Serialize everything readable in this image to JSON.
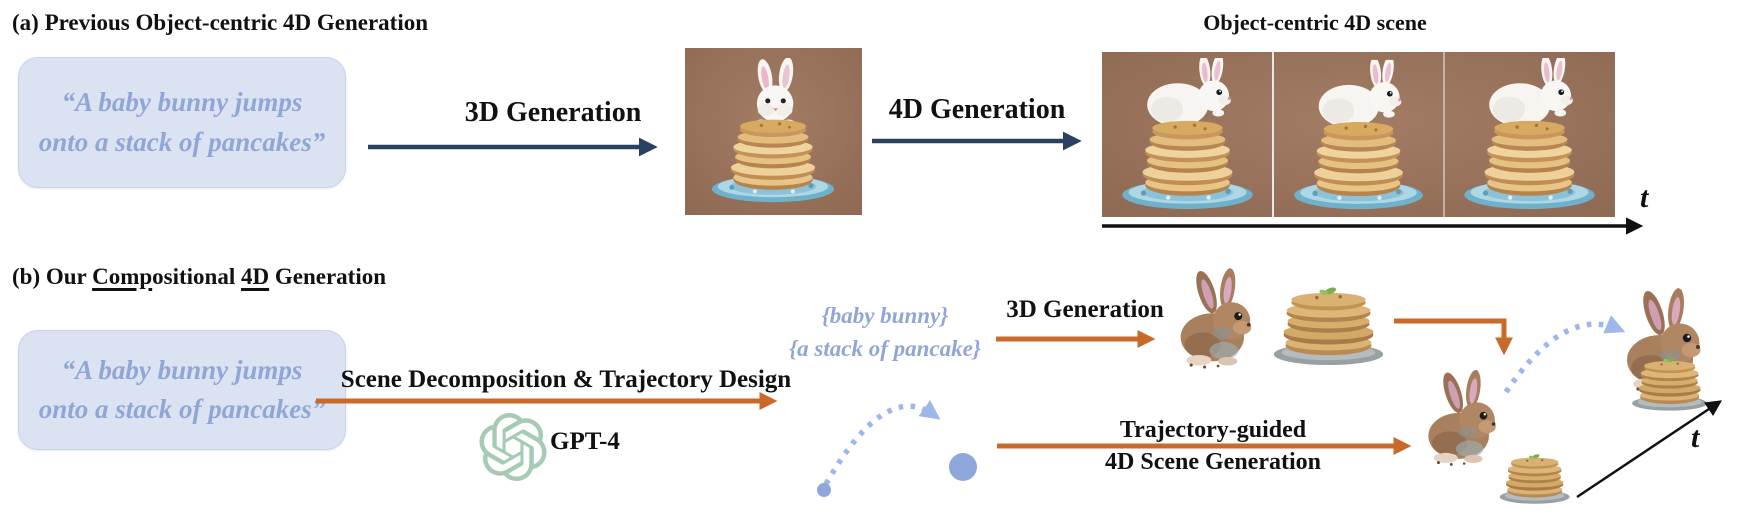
{
  "figure": {
    "panel_a": {
      "label": "(a) Previous Object-centric 4D Generation",
      "prompt": {
        "line1": "“A baby bunny jumps",
        "line2": "onto a stack of pancakes”"
      },
      "step1_label": "3D Generation",
      "step2_label": "4D Generation",
      "result_title": "Object-centric 4D scene",
      "time_axis_label": "t"
    },
    "panel_b": {
      "label_parts": {
        "prefix": "(b) Our ",
        "underline1": "Comp",
        "middle": "ositional ",
        "underline2": "4D",
        "suffix": " Generation"
      },
      "prompt": {
        "line1": "“A baby bunny jumps",
        "line2": "onto a stack of pancakes”"
      },
      "decomposition_label": "Scene Decomposition & Trajectory Design",
      "llm_label": "GPT-4",
      "entities": {
        "entity1": "{baby bunny}",
        "entity2": "{a stack of pancake}"
      },
      "generation3d_label": "3D Generation",
      "trajectory_label": {
        "line1": "Trajectory-guided",
        "line2": "4D Scene Generation"
      },
      "time_axis_label": "t"
    },
    "colors": {
      "navy_arrow": "#2a4163",
      "orange_arrow": "#c9692a",
      "prompt_text_blue": "#8fa6d6",
      "prompt_box_bg": "#dbe2f2",
      "trajectory_blue": "#9db8e8",
      "trajectory_dot_blue": "#8fa7db",
      "openai_green": "#a6cbb4",
      "photo_background_brown": "#96715a"
    },
    "icons": {
      "llm_icon": "openai-logo-icon",
      "trajectory_icon": "dotted-arc-trajectory-icon"
    }
  }
}
